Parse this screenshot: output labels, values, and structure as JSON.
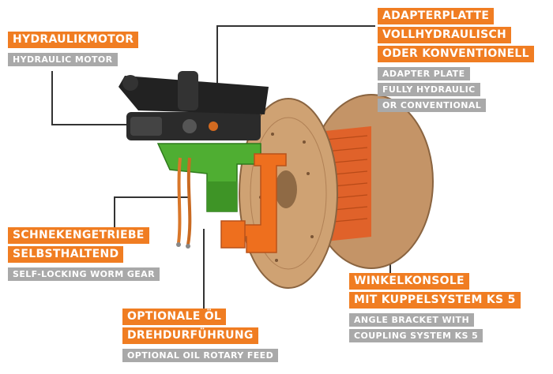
{
  "labels": {
    "motor": {
      "de": [
        "HYDRAULIKMOTOR"
      ],
      "en": [
        "HYDRAULIC MOTOR"
      ]
    },
    "adapter": {
      "de": [
        "ADAPTERPLATTE",
        "VOLLHYDRAULISCH",
        "ODER KONVENTIONELL"
      ],
      "en": [
        "ADAPTER PLATE",
        "FULLY HYDRAULIC",
        "OR CONVENTIONAL"
      ]
    },
    "gear": {
      "de": [
        "SCHNEKENGETRIEBE",
        "SELBSTHALTEND"
      ],
      "en": [
        "SELF-LOCKING WORM GEAR"
      ]
    },
    "bracket": {
      "de": [
        "WINKELKONSOLE",
        "MIT KUPPELSYSTEM KS 5"
      ],
      "en": [
        "ANGLE BRACKET WITH",
        "COUPLING SYSTEM KS 5"
      ]
    },
    "oil": {
      "de": [
        "OPTIONALE ÖL",
        "DREHDURFÜHRUNG"
      ],
      "en": [
        "OPTIONAL OIL ROTARY FEED"
      ]
    }
  },
  "colors": {
    "label_primary": "#f07d22",
    "label_secondary": "#a9a9a9",
    "reel_wood": "#c79a6a",
    "cable": "#e0622a",
    "frame_green": "#4fae32",
    "bracket_orange": "#ee6f1e",
    "motor_dark": "#2b2b2b"
  }
}
